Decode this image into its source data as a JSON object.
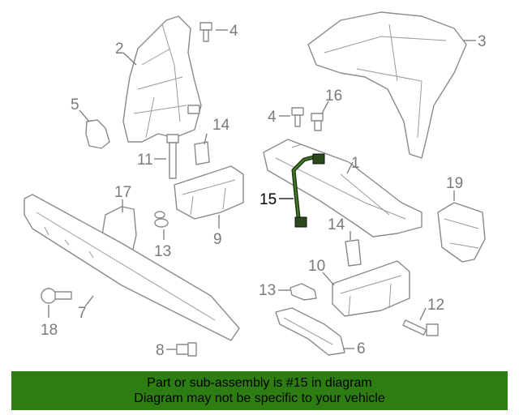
{
  "diagram": {
    "callouts": [
      {
        "id": "1",
        "label": "1"
      },
      {
        "id": "2",
        "label": "2"
      },
      {
        "id": "3",
        "label": "3"
      },
      {
        "id": "4a",
        "label": "4"
      },
      {
        "id": "4b",
        "label": "4"
      },
      {
        "id": "5",
        "label": "5"
      },
      {
        "id": "6",
        "label": "6"
      },
      {
        "id": "7",
        "label": "7"
      },
      {
        "id": "8",
        "label": "8"
      },
      {
        "id": "9",
        "label": "9"
      },
      {
        "id": "10",
        "label": "10"
      },
      {
        "id": "11",
        "label": "11"
      },
      {
        "id": "12",
        "label": "12"
      },
      {
        "id": "13a",
        "label": "13"
      },
      {
        "id": "13b",
        "label": "13"
      },
      {
        "id": "14a",
        "label": "14"
      },
      {
        "id": "14b",
        "label": "14"
      },
      {
        "id": "15",
        "label": "15"
      },
      {
        "id": "16",
        "label": "16"
      },
      {
        "id": "17",
        "label": "17"
      },
      {
        "id": "18",
        "label": "18"
      },
      {
        "id": "19",
        "label": "19"
      }
    ],
    "highlighted_part": "15"
  },
  "banner": {
    "line1": "Part or sub-assembly is #15 in diagram",
    "line2": "Diagram may not be specific to your vehicle",
    "background": "#2e7d12"
  },
  "colors": {
    "line": "#8a8a8a",
    "label": "#7a7a7a",
    "highlight_part": "#2a4a1a"
  }
}
